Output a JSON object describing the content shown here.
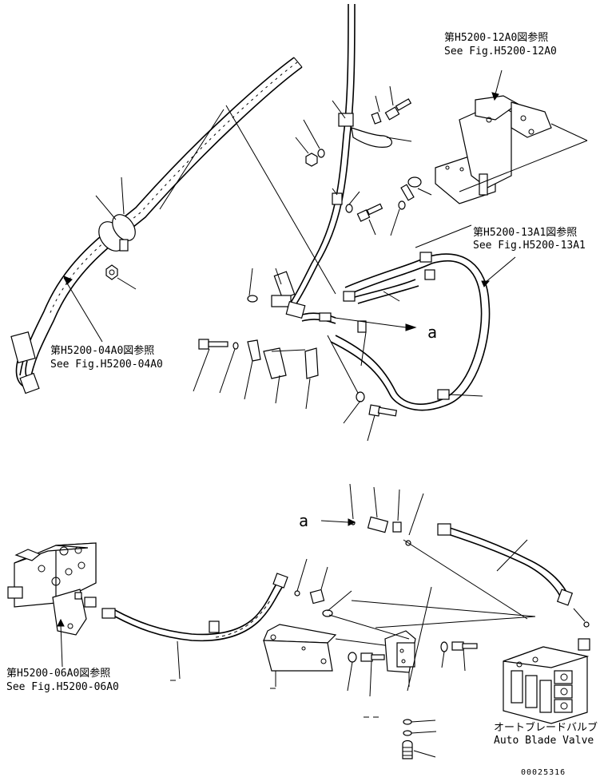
{
  "references": {
    "fig_12a0_jp": "第H5200-12A0図参照",
    "fig_12a0_en": "See Fig.H5200-12A0",
    "fig_13a1_jp": "第H5200-13A1図参照",
    "fig_13a1_en": "See Fig.H5200-13A1",
    "fig_04a0_jp": "第H5200-04A0図参照",
    "fig_04a0_en": "See Fig.H5200-04A0",
    "fig_06a0_jp": "第H5200-06A0図参照",
    "fig_06a0_en": "See Fig.H5200-06A0"
  },
  "connection_marks": {
    "upper": "a",
    "lower": "a"
  },
  "valve_label": {
    "jp": "オートブレードバルブ",
    "en": "Auto Blade Valve"
  },
  "drawing_number": "00025316"
}
